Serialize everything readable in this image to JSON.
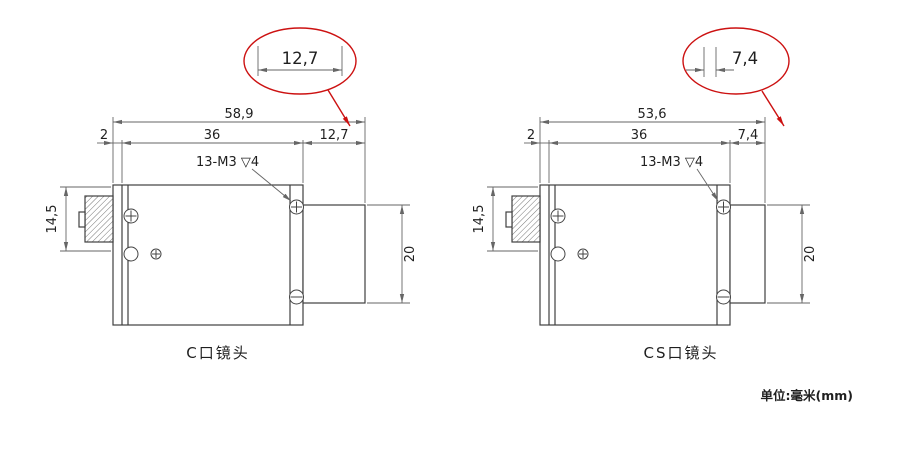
{
  "page": {
    "unit_note": "单位:毫米(mm)"
  },
  "colors": {
    "callout_red": "#cc1111",
    "line": "#3f3f3f",
    "dim_line": "#666666",
    "text": "#1f1f1f"
  },
  "drawings": [
    {
      "id": "c-mount",
      "caption": "C口镜头",
      "callout_value": "12,7",
      "dimensions": {
        "total_width": "58,9",
        "front_offset": "2",
        "body_length": "36",
        "mount_length": "12,7",
        "connector_height": "14,5",
        "mount_height": "20",
        "screw_note": "13-M3 ▽4"
      }
    },
    {
      "id": "cs-mount",
      "caption": "CS口镜头",
      "callout_value": "7,4",
      "dimensions": {
        "total_width": "53,6",
        "front_offset": "2",
        "body_length": "36",
        "mount_length": "7,4",
        "connector_height": "14,5",
        "mount_height": "20",
        "screw_note": "13-M3 ▽4"
      }
    }
  ]
}
